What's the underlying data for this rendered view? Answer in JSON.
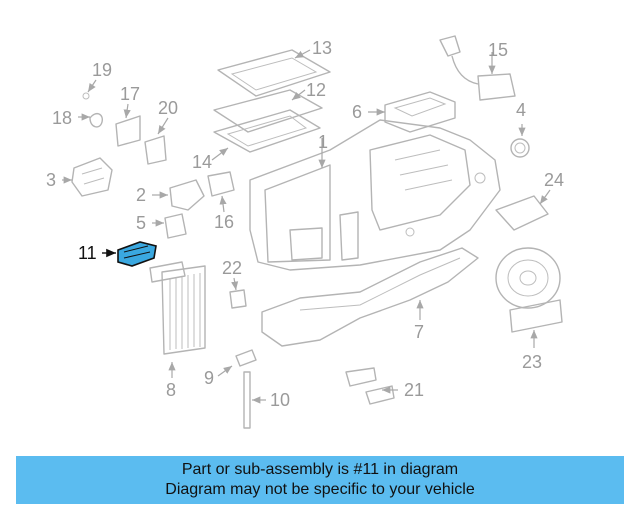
{
  "diagram": {
    "highlighted_part": "11",
    "labels": [
      "1",
      "2",
      "3",
      "4",
      "5",
      "6",
      "7",
      "8",
      "9",
      "10",
      "11",
      "12",
      "13",
      "14",
      "15",
      "16",
      "17",
      "18",
      "19",
      "20",
      "21",
      "22",
      "23",
      "24"
    ]
  },
  "caption": {
    "line1": "Part or sub-assembly is #11 in diagram",
    "line2": "Diagram may not be specific to your vehicle"
  },
  "colors": {
    "caption_bg": "#5bbcf0",
    "highlight_fill": "#3aa8e0"
  }
}
